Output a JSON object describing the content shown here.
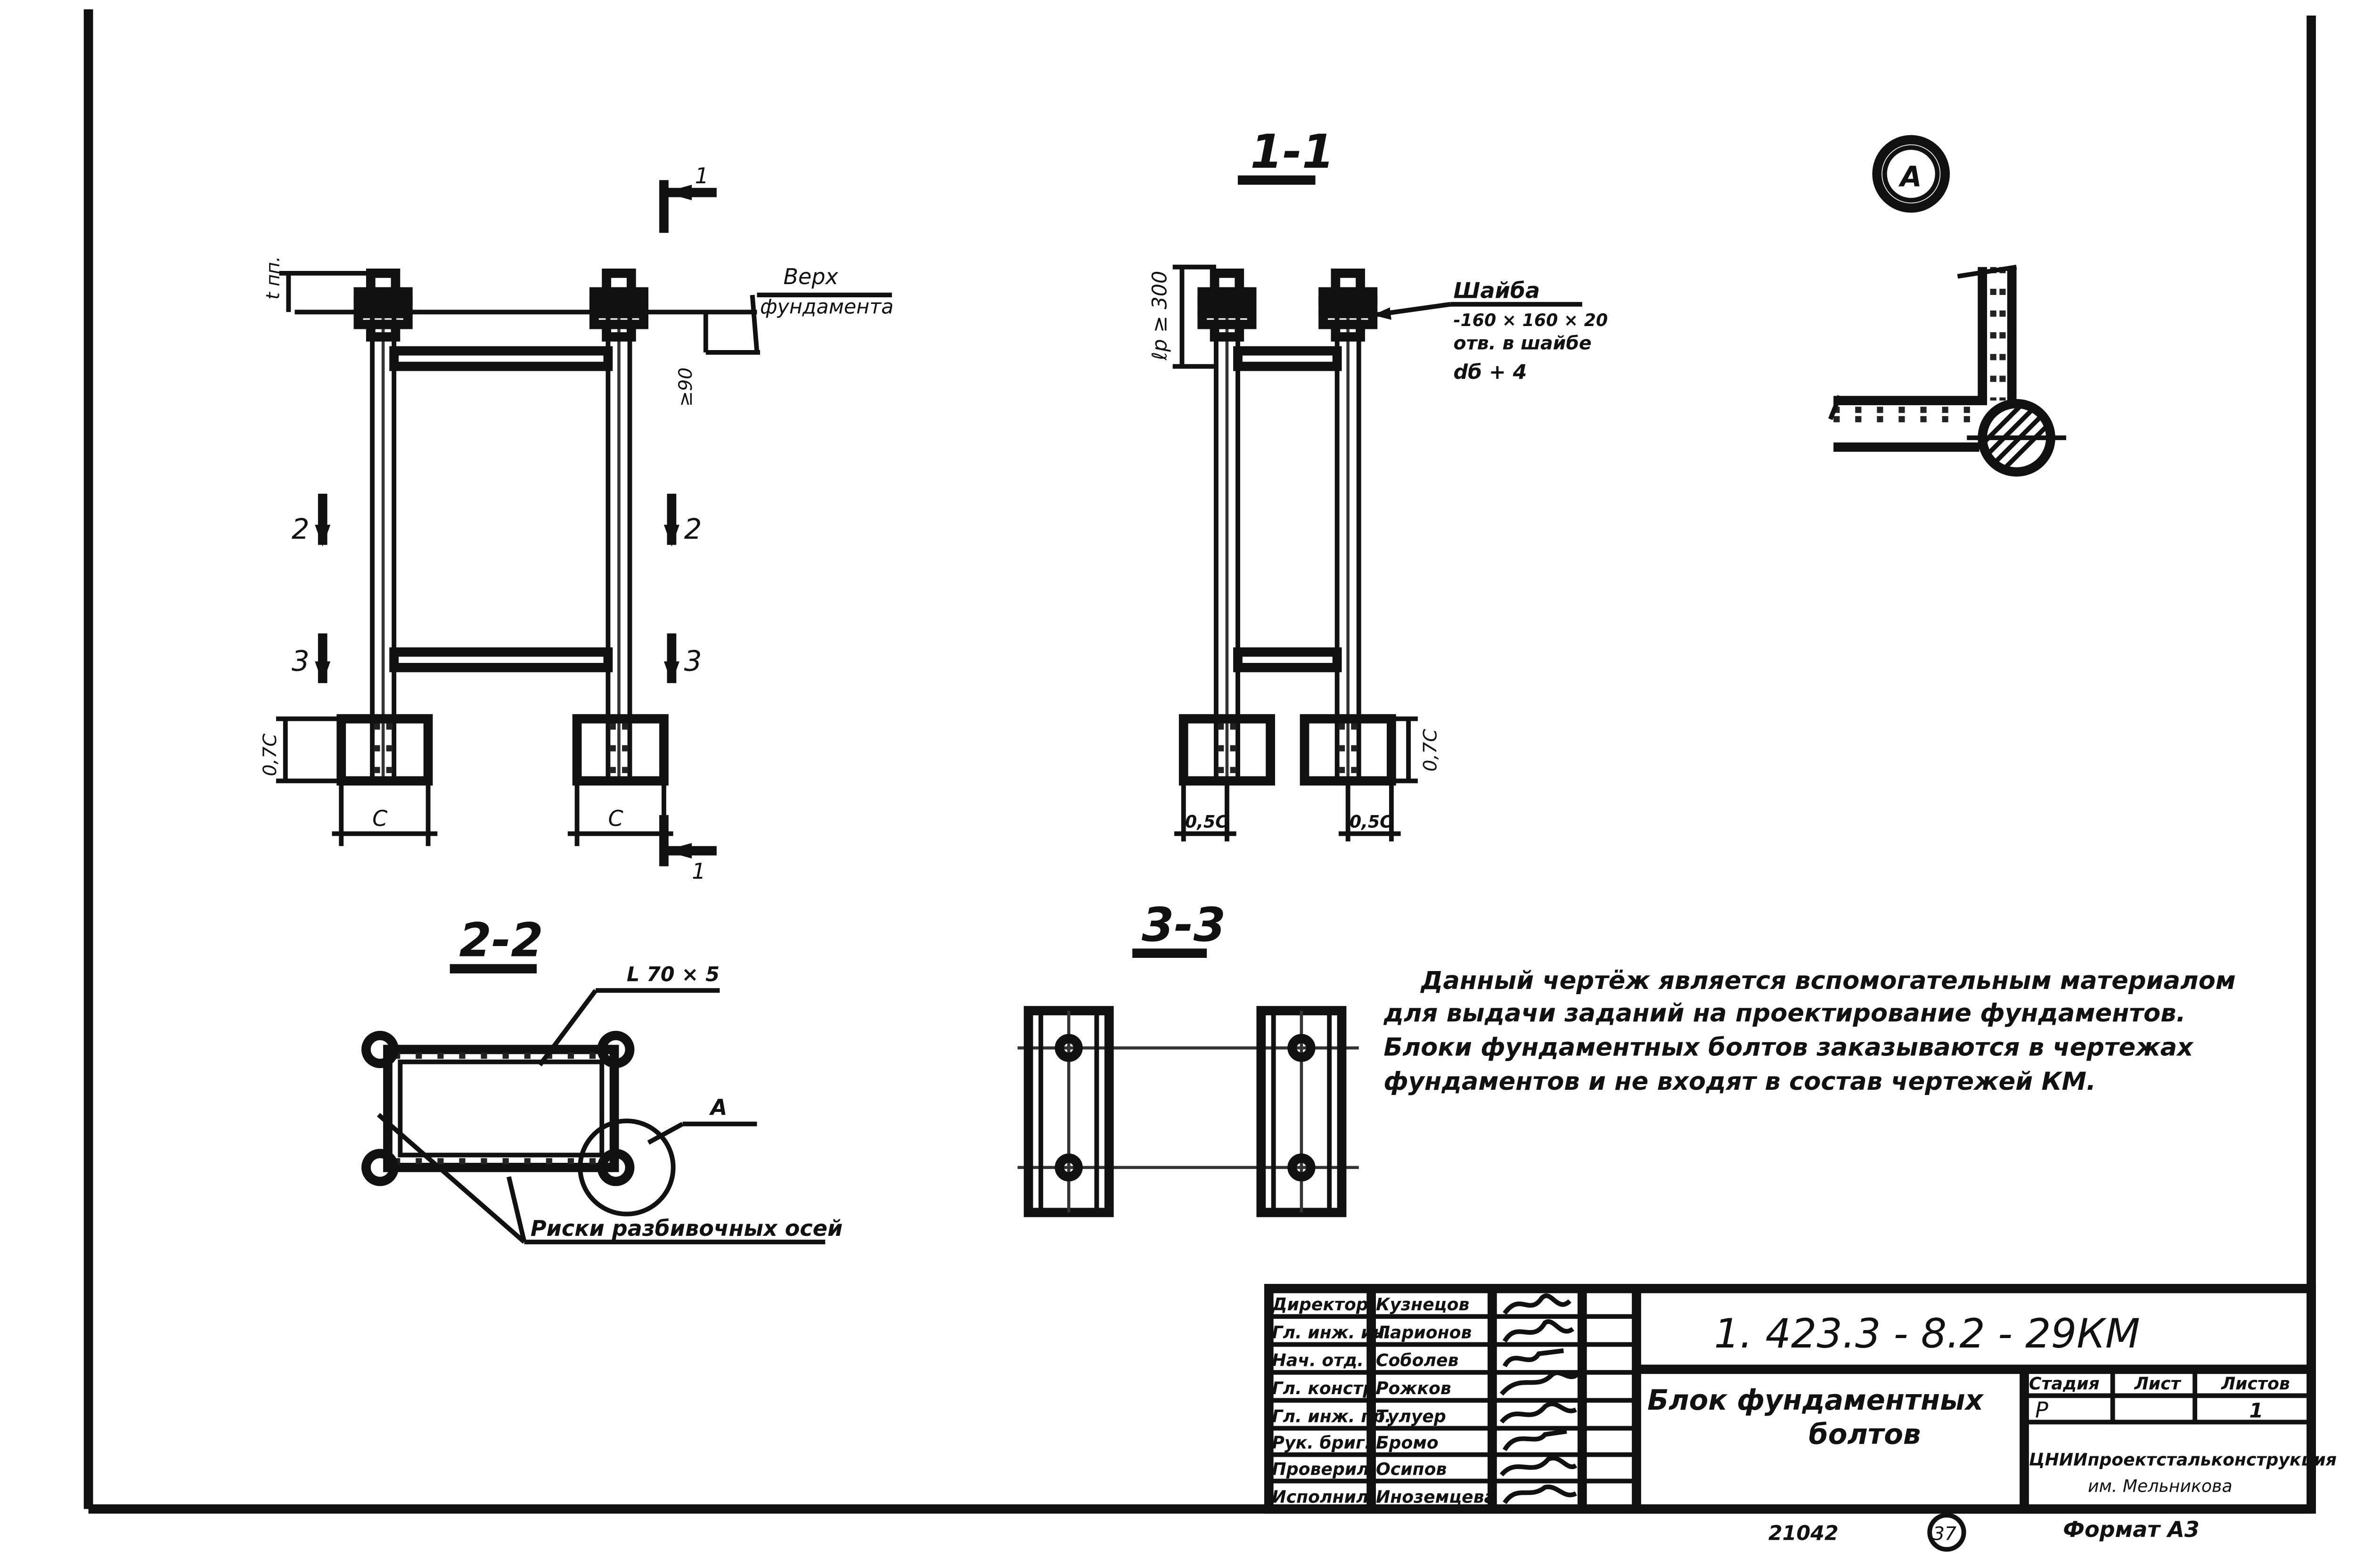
{
  "labels": {
    "sec1_title": "1-1",
    "sec2_title": "2-2",
    "sec3_title": "3-3",
    "detail_a": "A",
    "detail_a_ref": "A",
    "cut_1": "1",
    "cut_2": "2",
    "cut_3": "3",
    "t_pp": "t пп.",
    "top_line1": "Верх",
    "top_line2": "фундамента",
    "dim_90": "≥90",
    "dim_07c": "0,7C",
    "dim_c": "C",
    "dim_lp": "ℓp ≥ 300",
    "washer_l1": "Шайба",
    "washer_l2": "-160 × 160 × 20",
    "washer_l3": "отв. в шайбе",
    "washer_l4": "dб + 4",
    "dim_05c": "0,5C",
    "angle": "L 70 × 5",
    "risk": "Риски разбивочных осей"
  },
  "note": [
    "Данный  чертёж  является  вспомогательным  материалом",
    "для  выдачи  заданий  на  проектирование  фундаментов.",
    "Блоки  фундаментных  болтов  заказываются  в  чертежах",
    "фундаментов  и  не  входят  в  состав  чертежей  КМ."
  ],
  "title_block": {
    "roles": [
      "Директор",
      "Гл. инж. ин.",
      "Нач. отд.",
      "Гл. констр.",
      "Гл. инж. пр.",
      "Рук. бриг.",
      "Проверил",
      "Исполнил"
    ],
    "names": [
      "Кузнецов",
      "Ларионов",
      "Соболев",
      "Рожков",
      "Тулуер",
      "Бромо",
      "Осипов",
      "Иноземцева"
    ],
    "code": "1. 423.3 - 8.2 - 29КМ",
    "name_line1": "Блок  фундаментных",
    "name_line2": "болтов",
    "stage_label": "Стадия",
    "sheet_label": "Лист",
    "sheets_label": "Листов",
    "stage": "Р",
    "sheets": "1",
    "org_line1": "ЦНИИпроектстальконструкция",
    "org_line2": "им. Мельникова"
  },
  "footer": {
    "inv": "21042",
    "page": "37",
    "format": "Формат  А3"
  }
}
